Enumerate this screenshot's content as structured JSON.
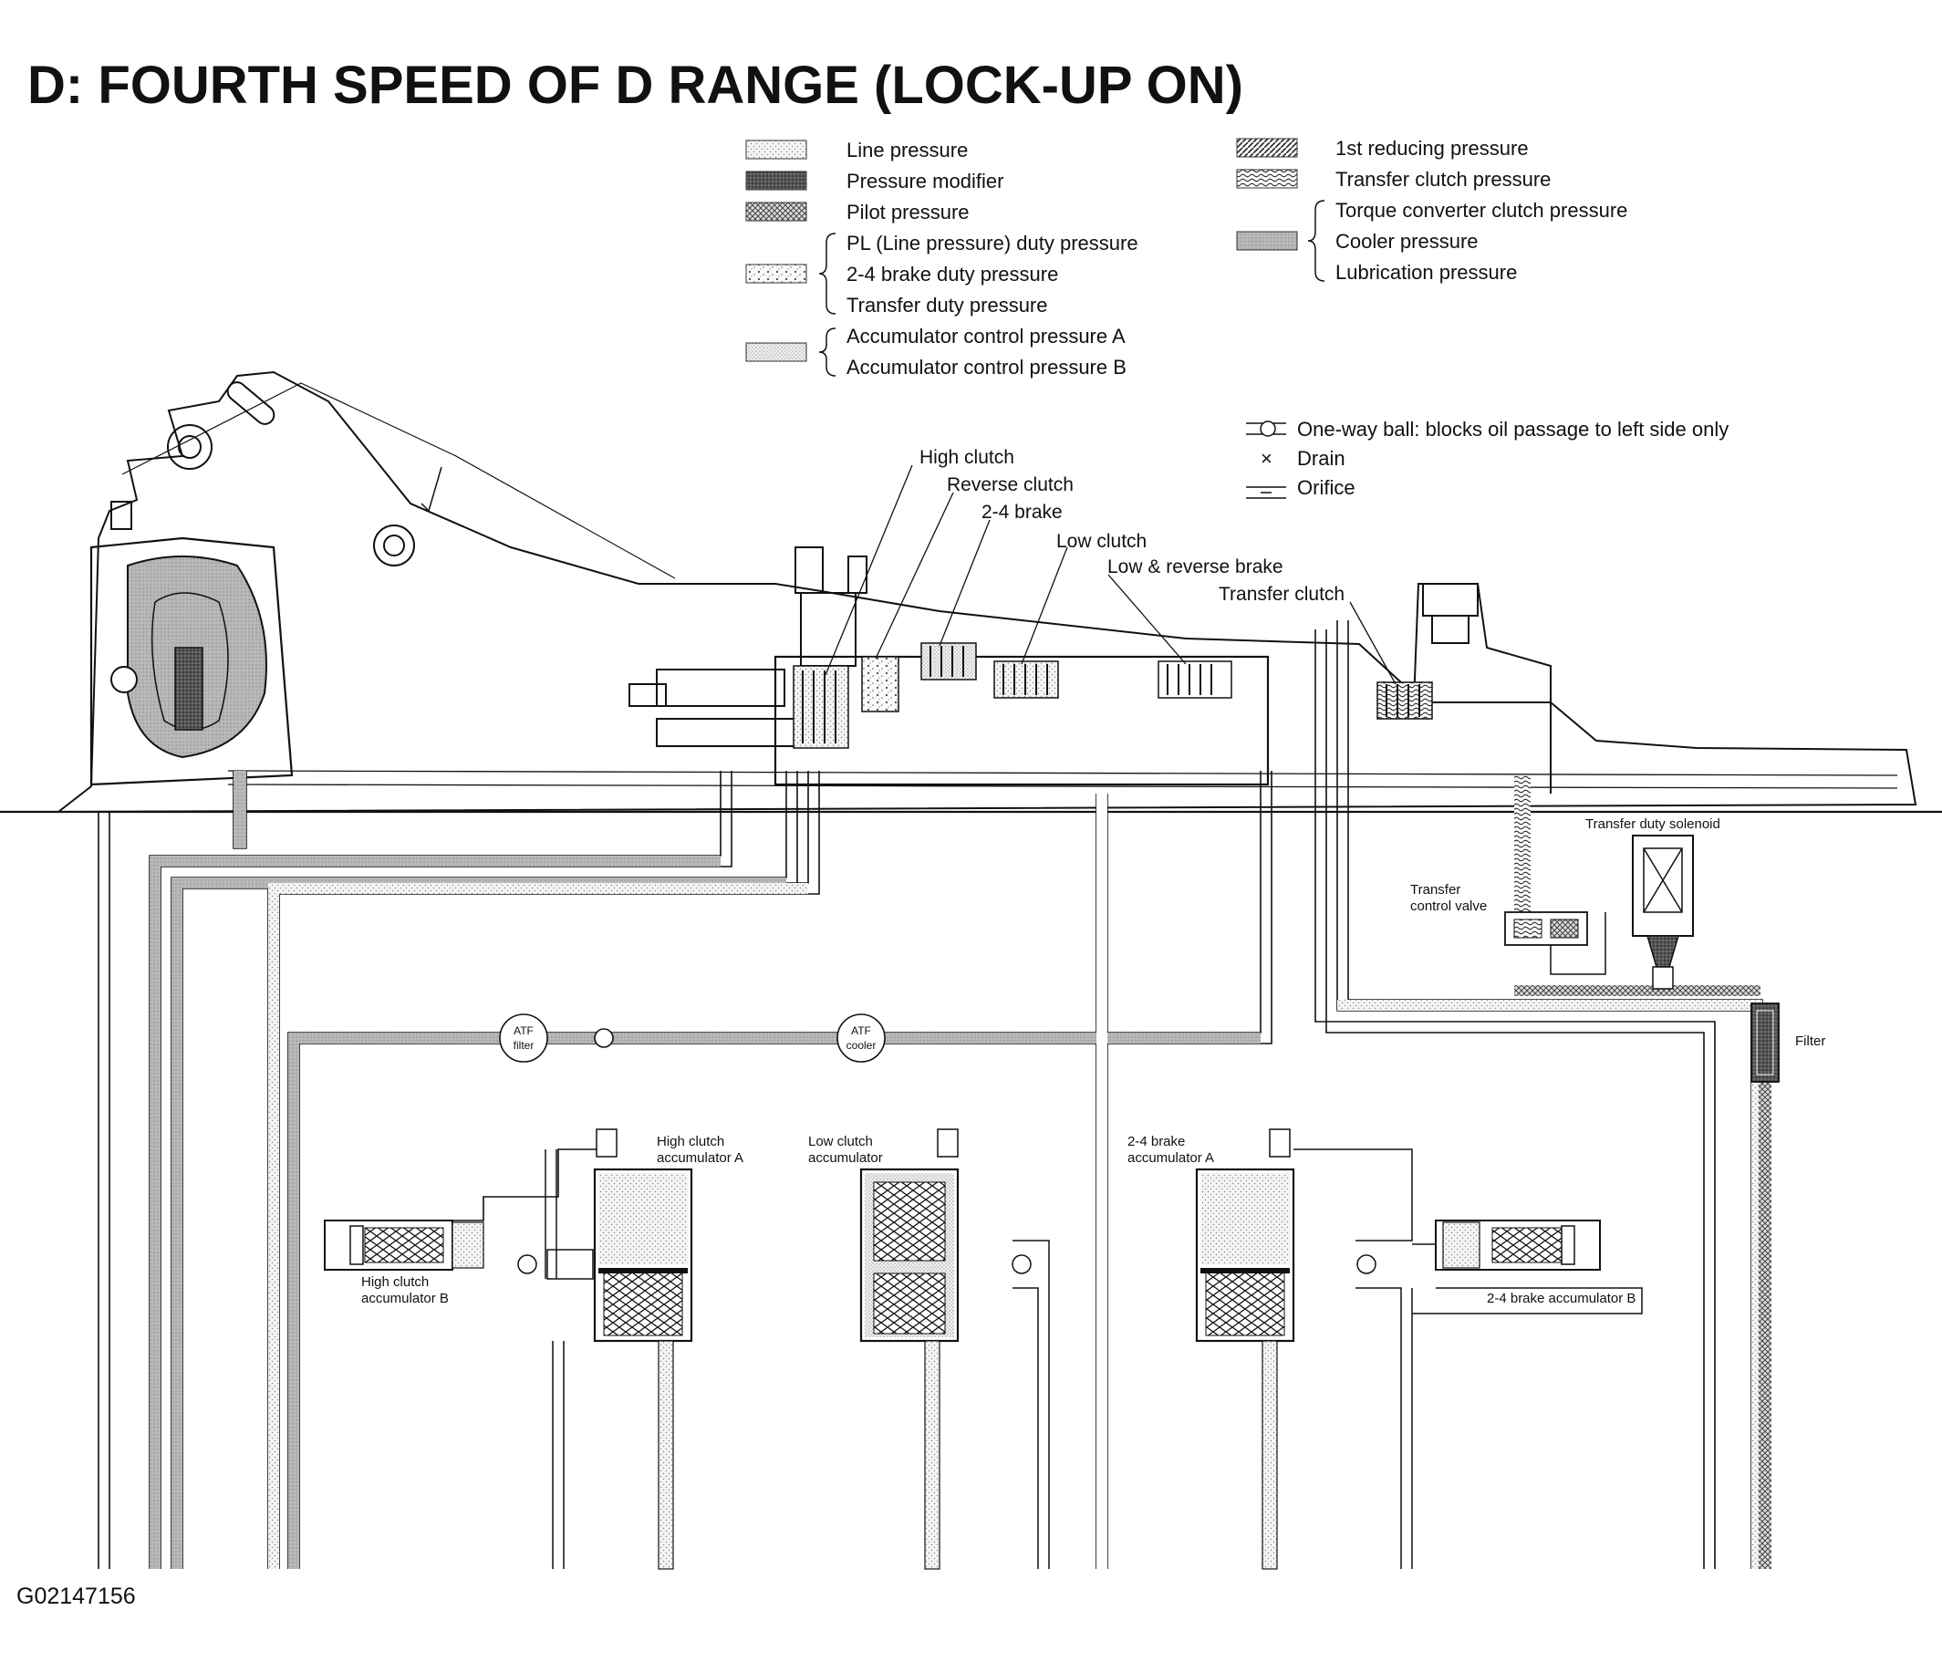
{
  "title": "D: FOURTH SPEED OF D RANGE (LOCK-UP ON)",
  "figure_code": "G02147156",
  "legend": {
    "line": "Line pressure",
    "modifier": "Pressure modifier",
    "pilot": "Pilot pressure",
    "duty_group": [
      "PL (Line pressure) duty pressure",
      "2-4 brake duty pressure",
      "Transfer duty pressure"
    ],
    "accum_group": [
      "Accumulator control pressure A",
      "Accumulator control pressure B"
    ],
    "first_reducing": "1st reducing pressure",
    "transfer_clutch_pressure": "Transfer clutch pressure",
    "tc_group": [
      "Torque converter clutch pressure",
      "Cooler pressure",
      "Lubrication pressure"
    ]
  },
  "symbols": {
    "one_way_ball": "One-way ball: blocks oil passage to left side only",
    "drain": "Drain",
    "drain_glyph": "×",
    "orifice": "Orifice"
  },
  "components": {
    "high_clutch": "High clutch",
    "reverse_clutch": "Reverse clutch",
    "brake_24": "2-4 brake",
    "low_clutch": "Low clutch",
    "low_reverse_brake": "Low & reverse brake",
    "transfer_clutch": "Transfer clutch",
    "transfer_duty_solenoid": "Transfer duty solenoid",
    "transfer_control_valve": [
      "Transfer",
      "control valve"
    ],
    "filter": "Filter",
    "atf_filter": [
      "ATF",
      "filter"
    ],
    "atf_cooler": [
      "ATF",
      "cooler"
    ],
    "high_clutch_accumulator_a": [
      "High clutch",
      "accumulator A"
    ],
    "high_clutch_accumulator_b": [
      "High clutch",
      "accumulator B"
    ],
    "low_clutch_accumulator": [
      "Low clutch",
      "accumulator"
    ],
    "brake_24_accumulator_a": [
      "2-4 brake",
      "accumulator A"
    ],
    "brake_24_accumulator_b": "2-4 brake accumulator B"
  }
}
